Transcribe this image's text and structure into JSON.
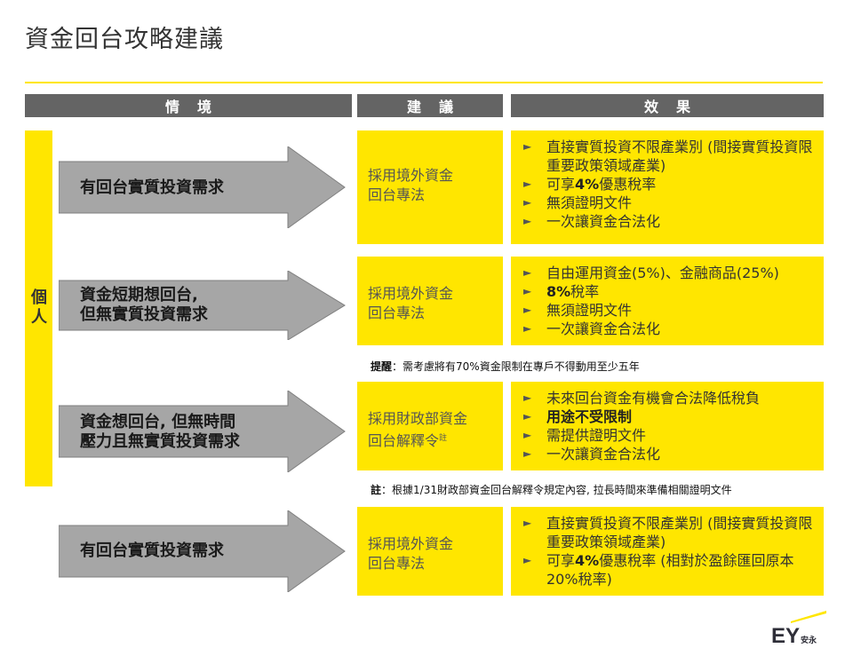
{
  "title": "資金回台攻略建議",
  "headers": {
    "situation": "情境",
    "suggestion": "建議",
    "effect": "效果"
  },
  "side_label": "個人",
  "rows": [
    {
      "situation": "有回台實質投資需求",
      "suggestion_lines": [
        "採用境外資金",
        "回台專法"
      ],
      "effects": [
        {
          "pre": "直接實質投資不限產業別 (間接實質投資限重要政策領域產業)",
          "bold": "",
          "post": ""
        },
        {
          "pre": "可享",
          "bold": "4%",
          "post": "優惠稅率"
        },
        {
          "pre": "無須證明文件",
          "bold": "",
          "post": ""
        },
        {
          "pre": "一次讓資金合法化",
          "bold": "",
          "post": ""
        }
      ]
    },
    {
      "situation": "資金短期想回台,\n但無實質投資需求",
      "suggestion_lines": [
        "採用境外資金",
        "回台專法"
      ],
      "effects": [
        {
          "pre": "自由運用資金(5%)、金融商品(25%)",
          "bold": "",
          "post": ""
        },
        {
          "pre": "",
          "bold": "8%",
          "post": "稅率"
        },
        {
          "pre": "無須證明文件",
          "bold": "",
          "post": ""
        },
        {
          "pre": "一次讓資金合法化",
          "bold": "",
          "post": ""
        }
      ]
    },
    {
      "situation": "資金想回台, 但無時間\n壓力且無實質投資需求",
      "suggestion_lines": [
        "採用財政部資金",
        "回台解釋令"
      ],
      "suggestion_sup": "註",
      "effects": [
        {
          "pre": "未來回台資金有機會合法降低稅負",
          "bold": "",
          "post": ""
        },
        {
          "pre": "",
          "bold": "用途不受限制",
          "post": ""
        },
        {
          "pre": "需提供證明文件",
          "bold": "",
          "post": ""
        },
        {
          "pre": "一次讓資金合法化",
          "bold": "",
          "post": ""
        }
      ]
    },
    {
      "situation": "有回台實質投資需求",
      "suggestion_lines": [
        "採用境外資金",
        "回台專法"
      ],
      "effects": [
        {
          "pre": "直接實質投資不限產業別 (間接實質投資限重要政策領域產業)",
          "bold": "",
          "post": ""
        },
        {
          "pre": "可享",
          "bold": "4%",
          "post": "優惠稅率 (相對於盈餘匯回原本20%稅率)"
        }
      ]
    }
  ],
  "reminder": {
    "label": "提醒",
    "text": "需考慮將有70%資金限制在專戶不得動用至少五年"
  },
  "footnote": {
    "label": "註",
    "text": "根據1/31財政部資金回台解釋令規定內容, 拉長時間來準備相關證明文件"
  },
  "bullet_glyph": "►",
  "logo": {
    "text": "EY",
    "suffix": "安永"
  },
  "colors": {
    "yellow": "#ffe600",
    "header_gray": "#646464",
    "arrow_gray": "#a6a6a6"
  }
}
